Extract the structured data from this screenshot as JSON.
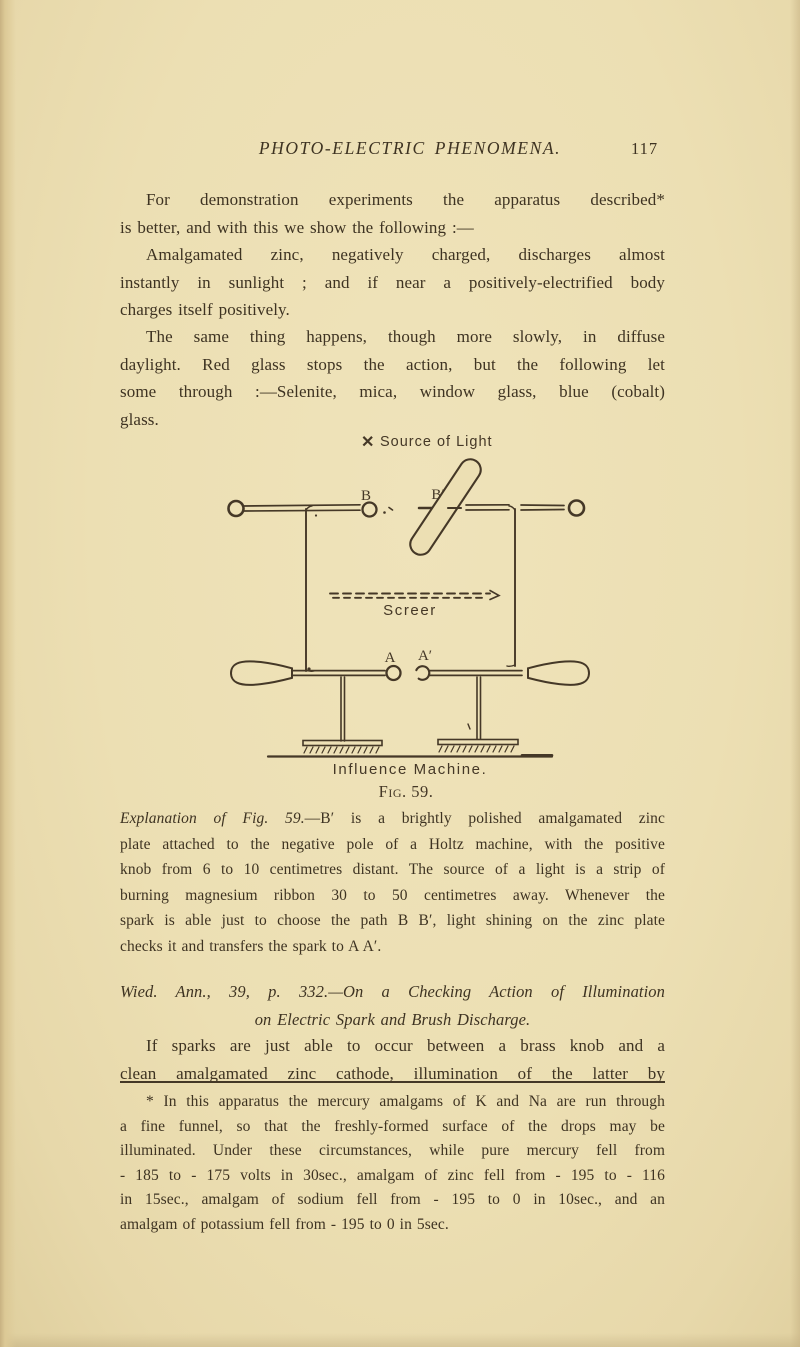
{
  "colors": {
    "paper": "#ecdfb3",
    "ink": "#3e3322"
  },
  "header": {
    "title": "PHOTO-ELECTRIC PHENOMENA.",
    "page_number": "117"
  },
  "body": {
    "para1": {
      "l1": "For demonstration experiments the apparatus described*",
      "l2": "is better, and with this we show the following :—"
    },
    "para2": {
      "l1": "Amalgamated zinc, negatively charged, discharges almost",
      "l2": "instantly in sunlight ; and if near a positively-electrified body",
      "l3": "charges itself positively."
    },
    "para3": {
      "l1": "The same thing happens, though more slowly, in diffuse",
      "l2": "daylight.  Red glass stops the action, but the following let",
      "l3": "some through :—Selenite, mica, window glass, blue (cobalt)",
      "l4": "glass."
    }
  },
  "figure": {
    "source_marker": "✕",
    "source_label": "Source of Light",
    "label_b": "B",
    "label_b_prime": "B′",
    "label_a": "A",
    "label_a_prime": "A′",
    "screen_label": "Screer",
    "machine_label": "Influence Machine.",
    "caption": "Fig. 59."
  },
  "explanation": {
    "lead": "Explanation of Fig. 59.",
    "l1rest": "—B′ is a brightly polished amalgamated zinc",
    "l2": "plate attached to the negative pole of a Holtz machine, with the positive",
    "l3": "knob from 6 to 10 centimetres distant.  The source of a light is a strip of",
    "l4": "burning magnesium ribbon 30 to 50 centimetres away.  Whenever the",
    "l5": "spark is able just to choose the path B B′, light shining on the zinc plate",
    "l6": "checks it and transfers the spark to A A′."
  },
  "citation": {
    "l1": "Wied. Ann., 39, p. 332.—On a Checking Action of Illumination",
    "l2": "on Electric Spark and Brush Discharge."
  },
  "para4": {
    "l1": "If sparks are just able to occur between a brass knob and a",
    "l2": "clean amalgamated zinc cathode, illumination of the latter by"
  },
  "footnote": {
    "l1": "* In this apparatus the mercury amalgams of K and Na are run through",
    "l2": "a fine funnel, so that the freshly-formed surface of the drops may be",
    "l3": "illuminated.  Under these circumstances, while pure mercury fell from",
    "l4": "- 185 to - 175 volts in 30sec., amalgam of zinc fell from - 195 to - 116",
    "l5": "in 15sec., amalgam of sodium fell from - 195 to 0 in 10sec., and an",
    "l6": "amalgam of potassium fell from - 195 to 0 in 5sec."
  }
}
